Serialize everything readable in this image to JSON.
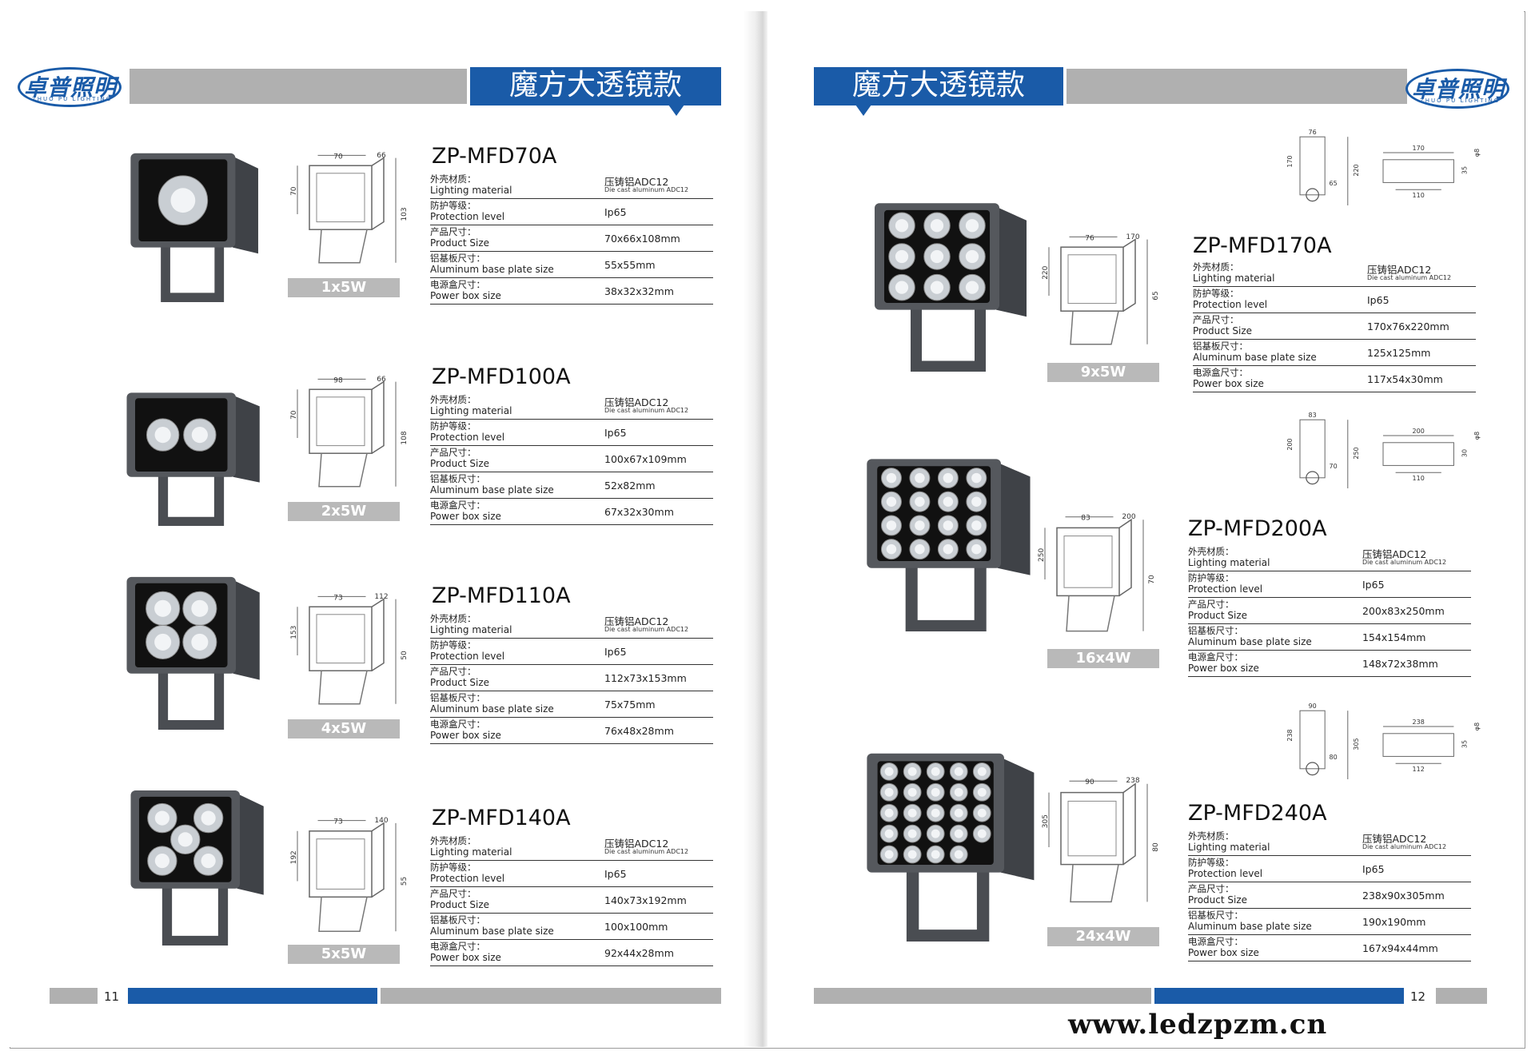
{
  "left_page": {
    "brand_name": "卓普照明",
    "brand_sub": "ZHUO PU LIGHTING",
    "title": "魔方大透镜款",
    "page_number": "11"
  },
  "right_page": {
    "brand_name": "卓普照明",
    "brand_sub": "ZHUO PU LIGHTING",
    "title": "魔方大透镜款",
    "page_number": "12"
  },
  "website": "www.ledzpzm.cn",
  "spec_labels": {
    "material_cn": "外壳材质：",
    "material_en": "Lighting material",
    "protection_cn": "防护等级：",
    "protection_en": "Protection level",
    "size_cn": "产品尺寸：",
    "size_en": "Product Size",
    "base_cn": "铝基板尺寸：",
    "base_en": "Aluminum base plate size",
    "power_cn": "电源盒尺寸：",
    "power_en": "Power box size"
  },
  "products": [
    {
      "model": "ZP-MFD70A",
      "caption": "1x5W",
      "material_cn": "压铸铝ADC12",
      "material_en": "Die cast aluminum ADC12",
      "protection": "Ip65",
      "size": "70x66x108mm",
      "base": "55x55mm",
      "power": "38x32x32mm",
      "dims": [
        "70",
        "66",
        "70",
        "103"
      ],
      "leds": 1
    },
    {
      "model": "ZP-MFD100A",
      "caption": "2x5W",
      "material_cn": "压铸铝ADC12",
      "material_en": "Die cast aluminum ADC12",
      "protection": "Ip65",
      "size": "100x67x109mm",
      "base": "52x82mm",
      "power": "67x32x30mm",
      "dims": [
        "98",
        "66",
        "70",
        "108"
      ],
      "leds": 2
    },
    {
      "model": "ZP-MFD110A",
      "caption": "4x5W",
      "material_cn": "压铸铝ADC12",
      "material_en": "Die cast aluminum ADC12",
      "protection": "Ip65",
      "size": "112x73x153mm",
      "base": "75x75mm",
      "power": "76x48x28mm",
      "dims": [
        "73",
        "112",
        "153",
        "50"
      ],
      "leds": 4
    },
    {
      "model": "ZP-MFD140A",
      "caption": "5x5W",
      "material_cn": "压铸铝ADC12",
      "material_en": "Die cast aluminum ADC12",
      "protection": "Ip65",
      "size": "140x73x192mm",
      "base": "100x100mm",
      "power": "92x44x28mm",
      "dims": [
        "73",
        "140",
        "192",
        "55"
      ],
      "leds": 5
    },
    {
      "model": "ZP-MFD170A",
      "caption": "9x5W",
      "material_cn": "压铸铝ADC12",
      "material_en": "Die cast aluminum ADC12",
      "protection": "Ip65",
      "size": "170x76x220mm",
      "base": "125x125mm",
      "power": "117x54x30mm",
      "dims": [
        "76",
        "170",
        "220",
        "65"
      ],
      "leds": 9,
      "top": [
        "76",
        "170",
        "65",
        "220",
        "170",
        "110",
        "35",
        "φ8"
      ]
    },
    {
      "model": "ZP-MFD200A",
      "caption": "16x4W",
      "material_cn": "压铸铝ADC12",
      "material_en": "Die cast aluminum ADC12",
      "protection": "Ip65",
      "size": "200x83x250mm",
      "base": "154x154mm",
      "power": "148x72x38mm",
      "dims": [
        "83",
        "200",
        "250",
        "70"
      ],
      "leds": 16,
      "top": [
        "83",
        "200",
        "70",
        "250",
        "200",
        "110",
        "30",
        "φ8"
      ]
    },
    {
      "model": "ZP-MFD240A",
      "caption": "24x4W",
      "material_cn": "压铸铝ADC12",
      "material_en": "Die cast aluminum ADC12",
      "protection": "Ip65",
      "size": "238x90x305mm",
      "base": "190x190mm",
      "power": "167x94x44mm",
      "dims": [
        "90",
        "238",
        "305",
        "80"
      ],
      "leds": 24,
      "top": [
        "90",
        "238",
        "80",
        "305",
        "238",
        "112",
        "35",
        "φ8"
      ]
    }
  ]
}
